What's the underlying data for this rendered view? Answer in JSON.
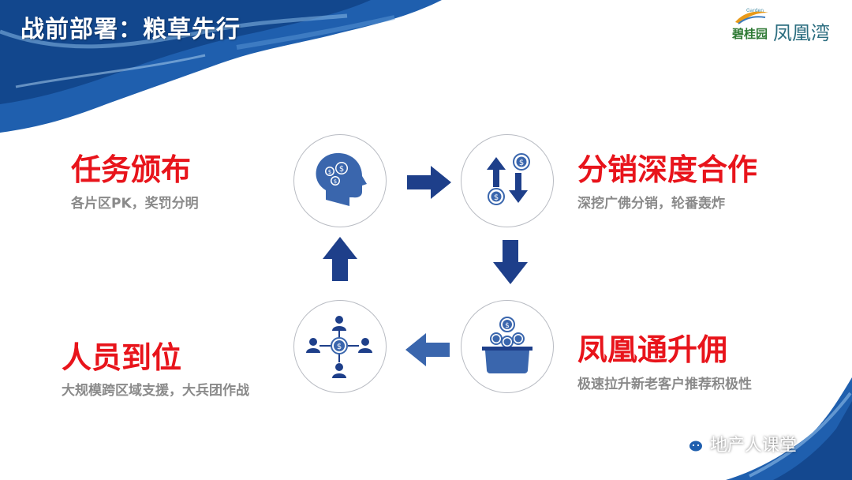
{
  "title": "战前部署：粮草先行",
  "logo": {
    "brand": "碧桂园",
    "project": "凤凰湾",
    "tagline": "Garden"
  },
  "steps": [
    {
      "heading": "任务颁布",
      "sub": "各片区PK，奖罚分明",
      "icon": "head-coins-icon"
    },
    {
      "heading": "分销深度合作",
      "sub": "深挖广佛分销，轮番轰炸",
      "icon": "exchange-coins-icon"
    },
    {
      "heading": "凤凰通升佣",
      "sub": "极速拉升新老客户推荐积极性",
      "icon": "coin-box-icon"
    },
    {
      "heading": "人员到位",
      "sub": "大规模跨区域支援，大兵团作战",
      "icon": "people-network-icon"
    }
  ],
  "footer": {
    "text": "地产人课堂",
    "icon": "wechat-icon"
  },
  "colors": {
    "accent_red": "#e8141b",
    "navy": "#1e3f8a",
    "icon_blue": "#3a66ad",
    "brush_blue": "#1f5fae"
  }
}
